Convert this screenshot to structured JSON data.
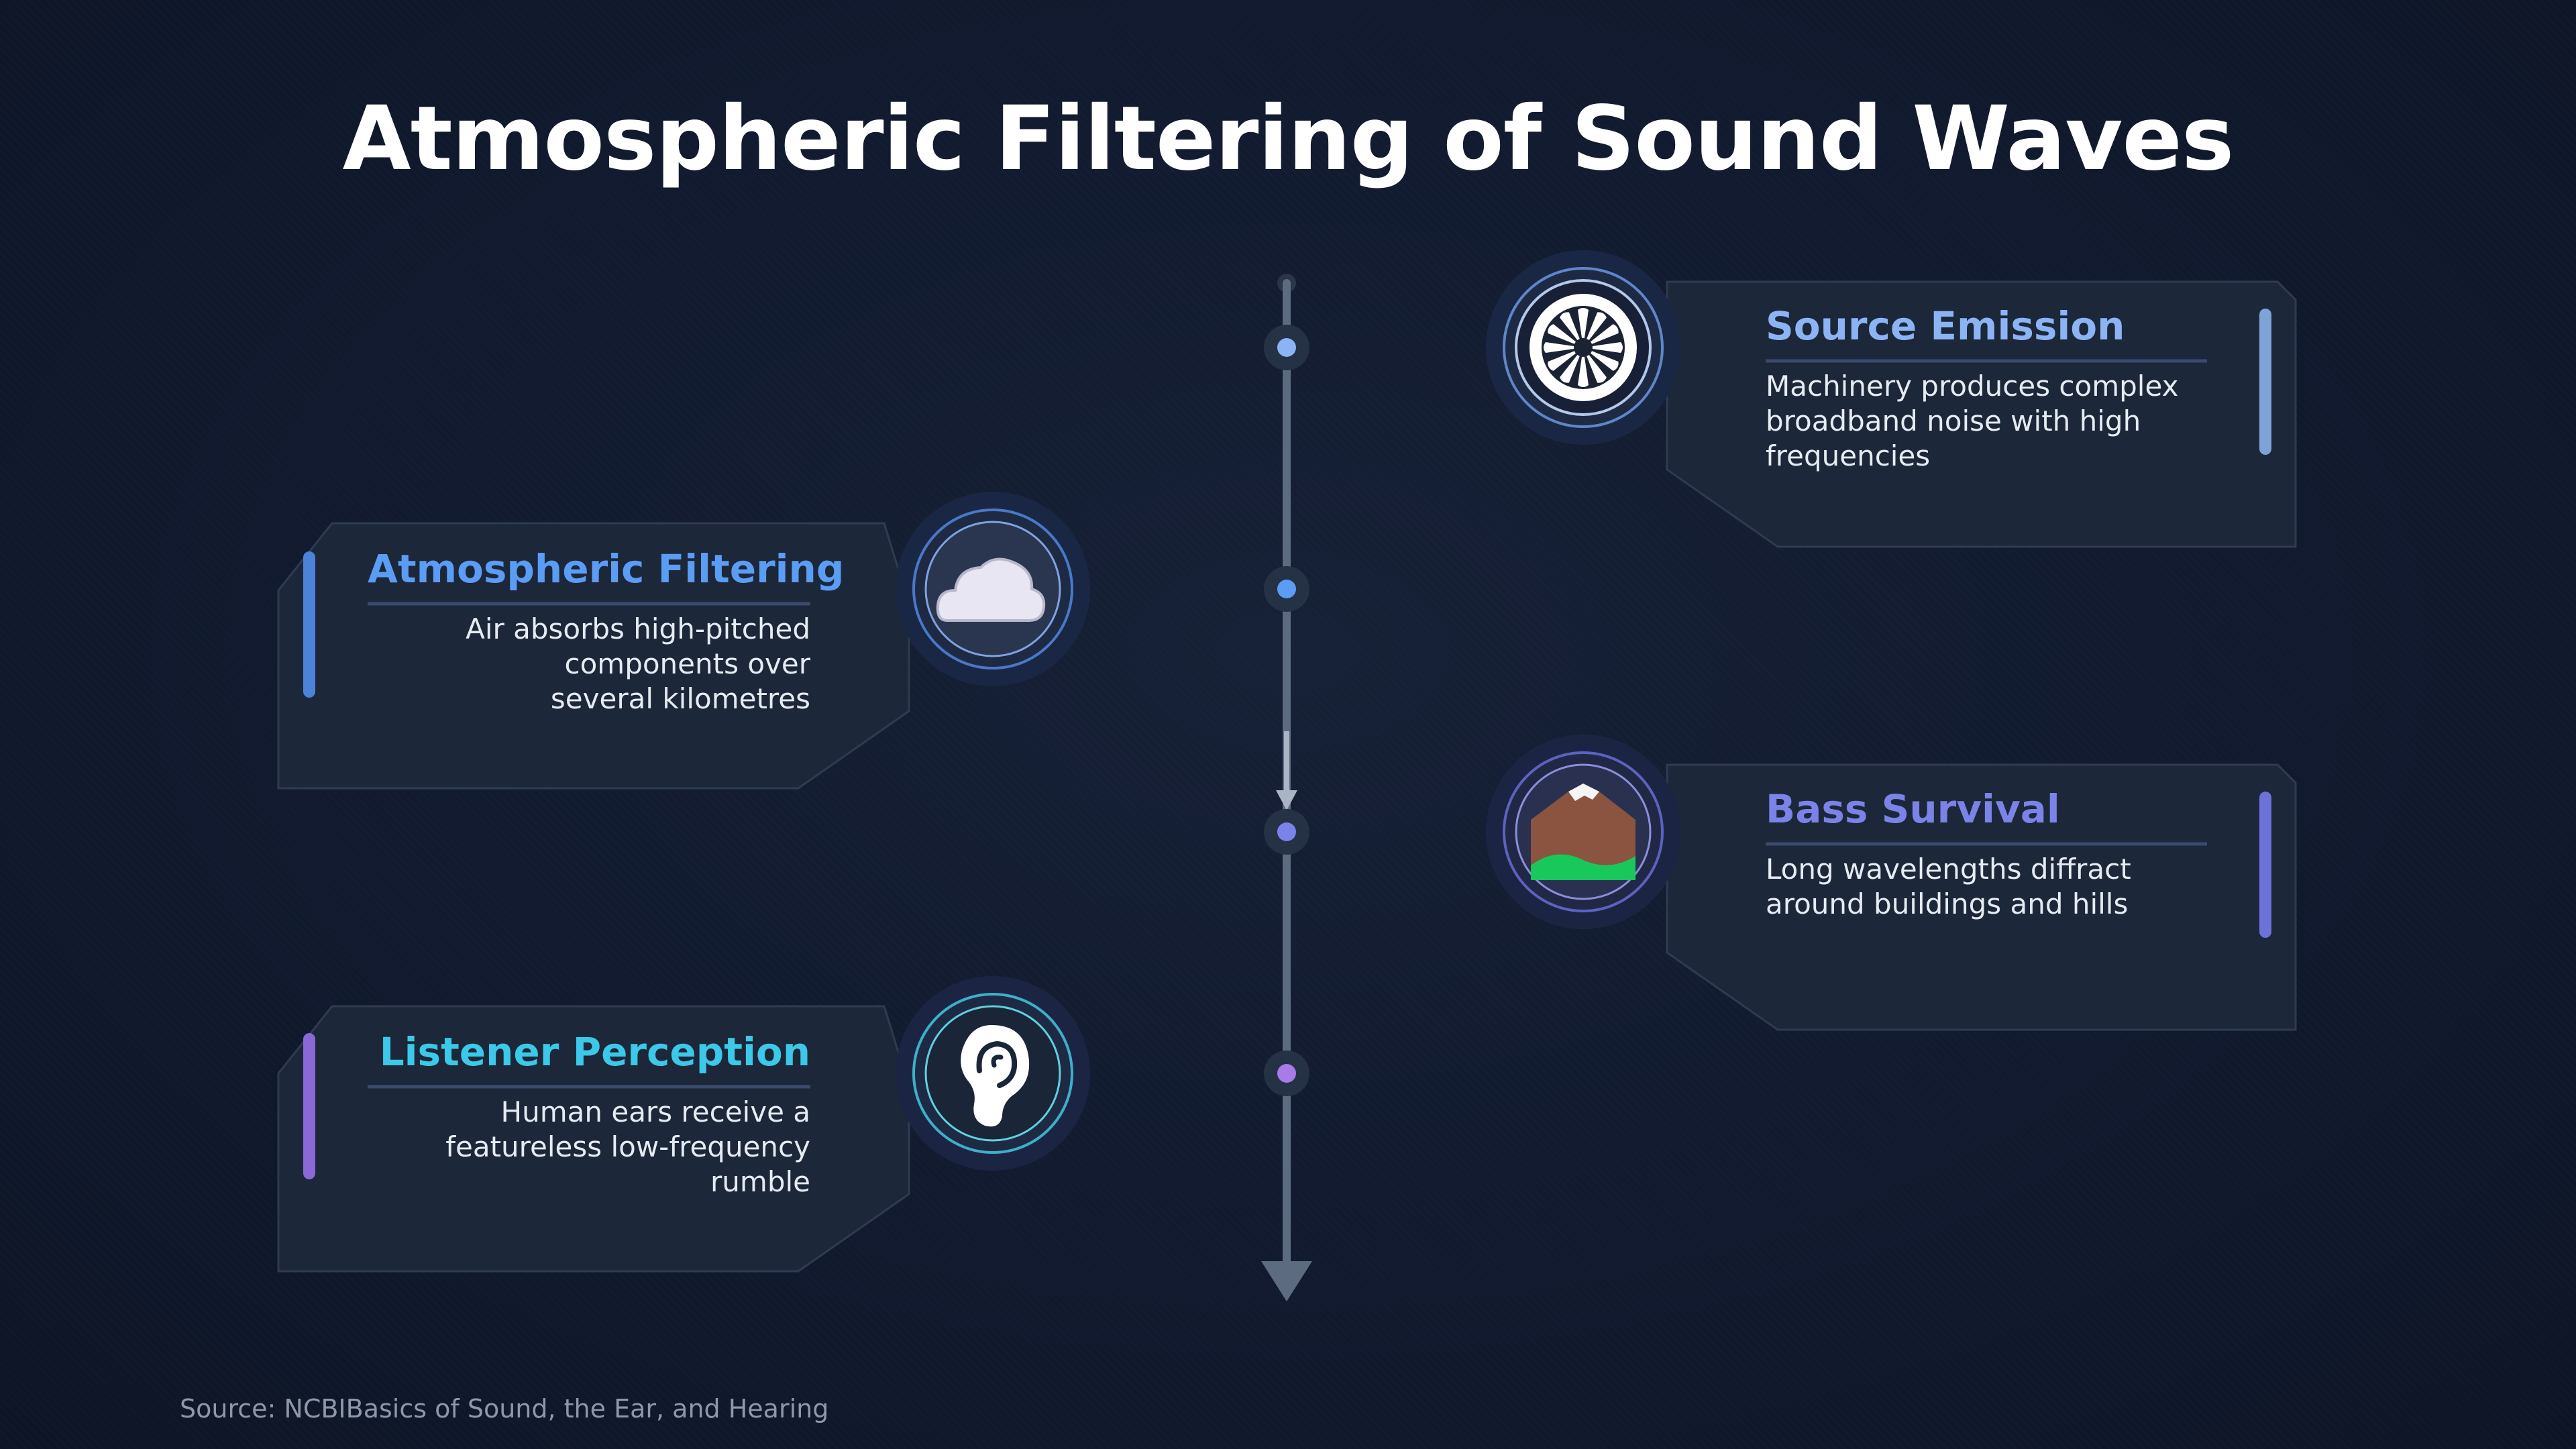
{
  "title": "Atmospheric Filtering of Sound Waves",
  "colors": {
    "background": "#111a2e",
    "card": "#1c2739",
    "spine": "#5d6b80",
    "source_emission": "#8cb4f5",
    "atmospheric_filtering": "#5b9cf5",
    "bass_survival": "#7b83e8",
    "listener_perception": "#3cc8e8",
    "listener_connector": "#a77be8"
  },
  "stages": [
    {
      "title": "Source Emission",
      "description": "Machinery produces complex broadband noise with high frequencies",
      "icon": "fan-icon",
      "side": "right"
    },
    {
      "title": "Atmospheric Filtering",
      "description": "Air absorbs high-pitched components over several kilometres",
      "icon": "cloud-icon",
      "side": "left"
    },
    {
      "title": "Bass Survival",
      "description": "Long wavelengths diffract around buildings and hills",
      "icon": "mountain-icon",
      "side": "right"
    },
    {
      "title": "Listener Perception",
      "description": "Human ears receive a featureless low-frequency rumble",
      "icon": "ear-icon",
      "side": "left"
    }
  ],
  "source": "Source: NCBIBasics of Sound, the Ear, and Hearing"
}
